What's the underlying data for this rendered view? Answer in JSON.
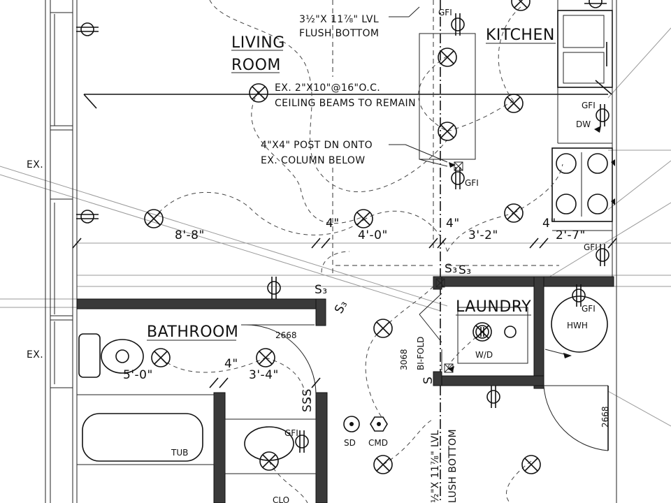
{
  "rooms": {
    "living": [
      "LIVING",
      "ROOM"
    ],
    "kitchen": "KITCHEN",
    "bathroom": "BATHROOM",
    "laundry": "LAUNDRY"
  },
  "notes": {
    "lvl_top": [
      "3½\"X 11⅞\" LVL",
      "FLUSH BOTTOM"
    ],
    "beams": [
      "EX. 2\"X10\"@16\"O.C.",
      "CEILING BEAMS TO REMAIN"
    ],
    "post": [
      "4\"X4\" POST DN ONTO",
      "EX. COLUMN BELOW"
    ],
    "lvl_bottom": [
      "½\"X 11⅞\" LVL",
      "LUSH BOTTOM"
    ]
  },
  "exterior_labels": [
    "EX.",
    "EX."
  ],
  "dimensions": {
    "d1": "8'-8\"",
    "d2": "4\"",
    "d3": "4'-0\"",
    "d4": "4\"",
    "d5": "3'-2\"",
    "d6": "4\"",
    "d7": "2'-7\"",
    "d8": "5'-0\"",
    "d9": "4\"",
    "d10": "3'-4\""
  },
  "doors": {
    "bath_door": "2668",
    "laundry_door": "3068",
    "bifold": "BI-FOLD",
    "hall_door": "2668"
  },
  "fixtures": {
    "tub": "TUB",
    "wd": "W/D",
    "hwh": "HWH",
    "dw": "DW",
    "sd": "SD",
    "cmd": "CMD",
    "clo": "CLO"
  },
  "outlets": {
    "gfi": "GFI"
  },
  "switches": {
    "s3": "S₃",
    "s": "S",
    "sss": "SSS"
  }
}
